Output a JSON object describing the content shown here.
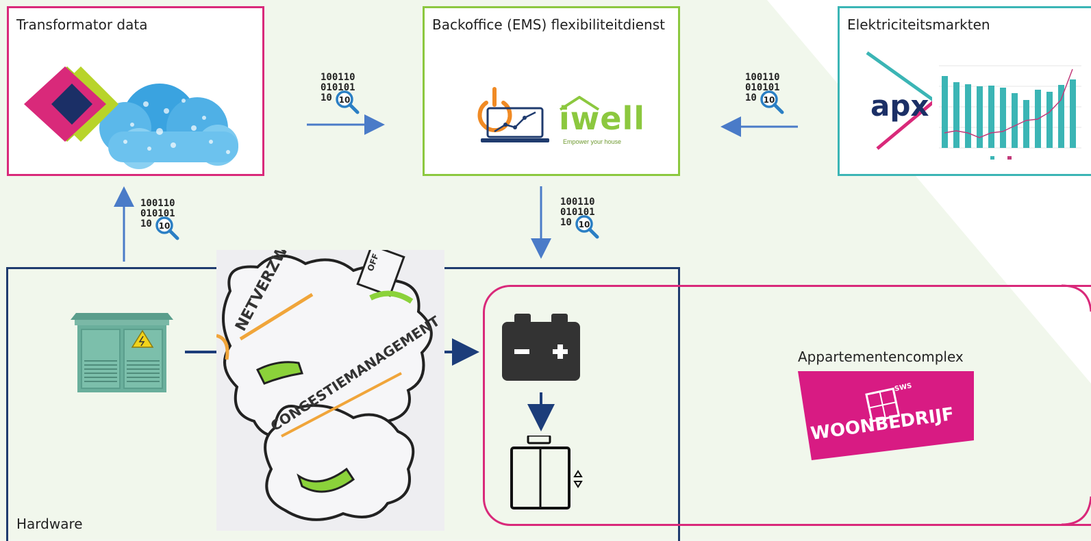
{
  "diagram": {
    "transformator": {
      "title": "Transformator data"
    },
    "backoffice": {
      "title": "Backoffice (EMS) flexibiliteitdienst",
      "logo_text": "iwell",
      "tagline": "Empower your house"
    },
    "markets": {
      "title": "Elektriciteitsmarkten",
      "logo_text": "apx"
    },
    "hardware": {
      "title": "Hardware"
    },
    "apartment": {
      "title": "Appartementencomplex",
      "logo_text": "WOONBEDRIJF",
      "logo_small": "SWS"
    },
    "sketch": {
      "word1": "NETVERZWARING",
      "word2": "CONGESTIEMANAGEMENT",
      "word3": "OFF"
    },
    "binary_icon": {
      "line1": "100110",
      "line2": "010101",
      "line3": "10"
    },
    "colors": {
      "magenta": "#d9297a",
      "green": "#8cc83f",
      "teal": "#3bb5b5",
      "navy": "#1f3b6e",
      "arrow_blue": "#4a7bc8",
      "dark_arrow": "#1c3d7a"
    }
  }
}
